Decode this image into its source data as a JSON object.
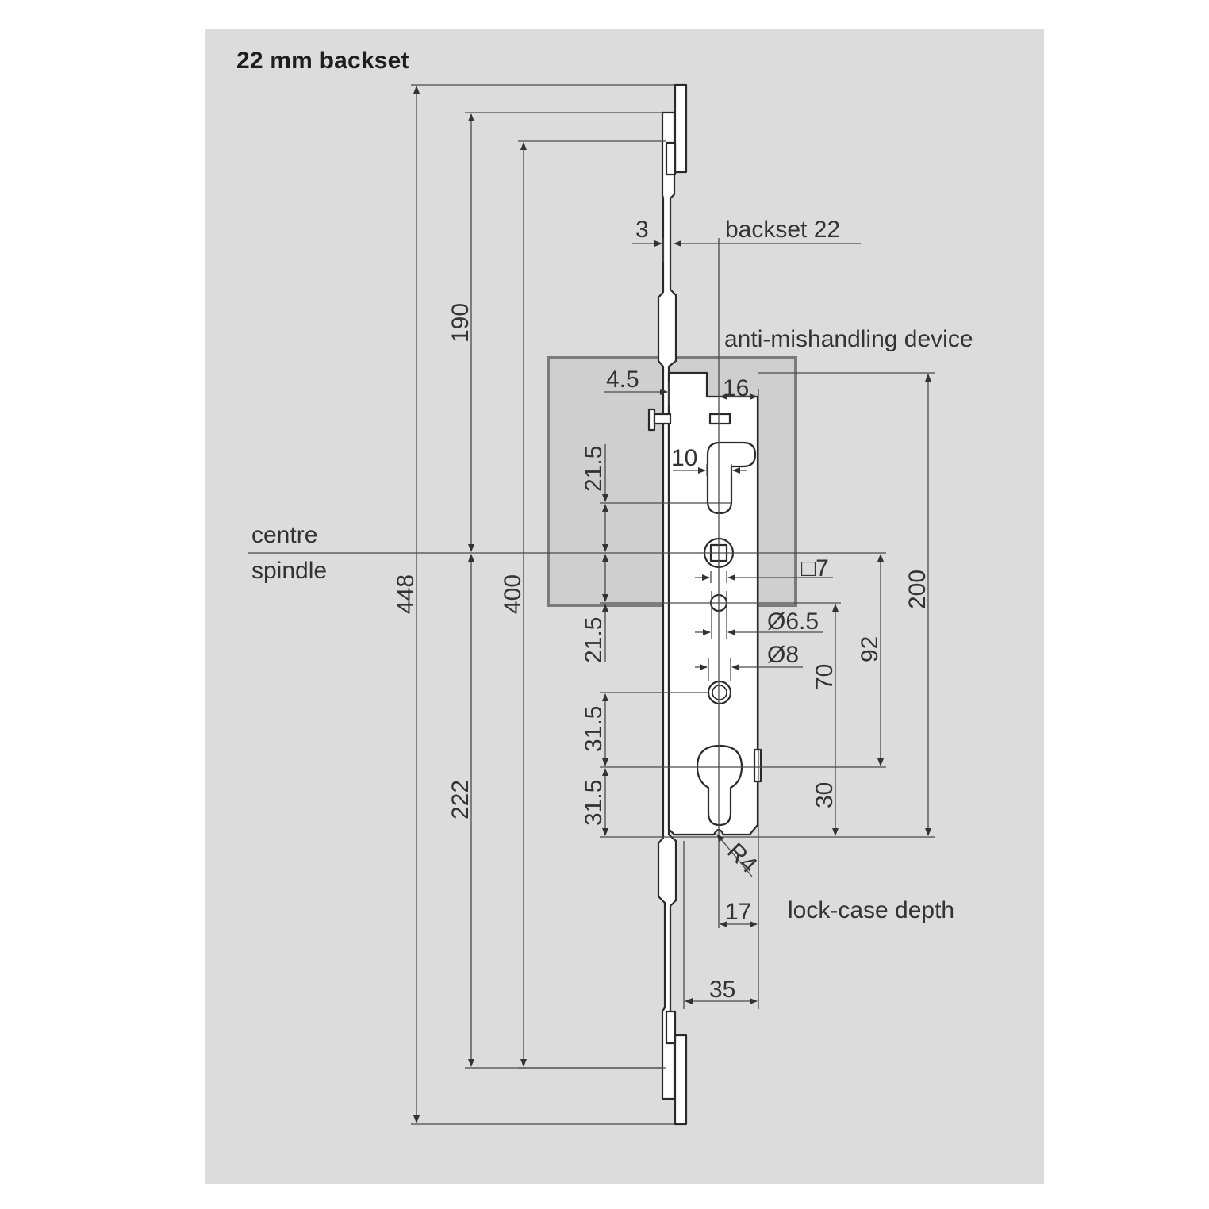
{
  "heading": "22 mm backset",
  "labels": {
    "backset": "backset 22",
    "anti_mishandling": "anti-mishandling device",
    "centre": "centre",
    "spindle": "spindle",
    "lockcase_depth": "lock-case depth"
  },
  "dimensions": {
    "d448": "448",
    "d190": "190",
    "d400": "400",
    "d222": "222",
    "d3": "3",
    "d4_5": "4.5",
    "d16": "16",
    "d10": "10",
    "d21_5_upper": "21.5",
    "d21_5_lower": "21.5",
    "d31_5_upper": "31.5",
    "d31_5_lower": "31.5",
    "sq7": "□7",
    "dia6_5": "Ø6.5",
    "dia8": "Ø8",
    "d70": "70",
    "d92": "92",
    "d200": "200",
    "d30": "30",
    "r4": "R4",
    "d17": "17",
    "d35": "35"
  }
}
